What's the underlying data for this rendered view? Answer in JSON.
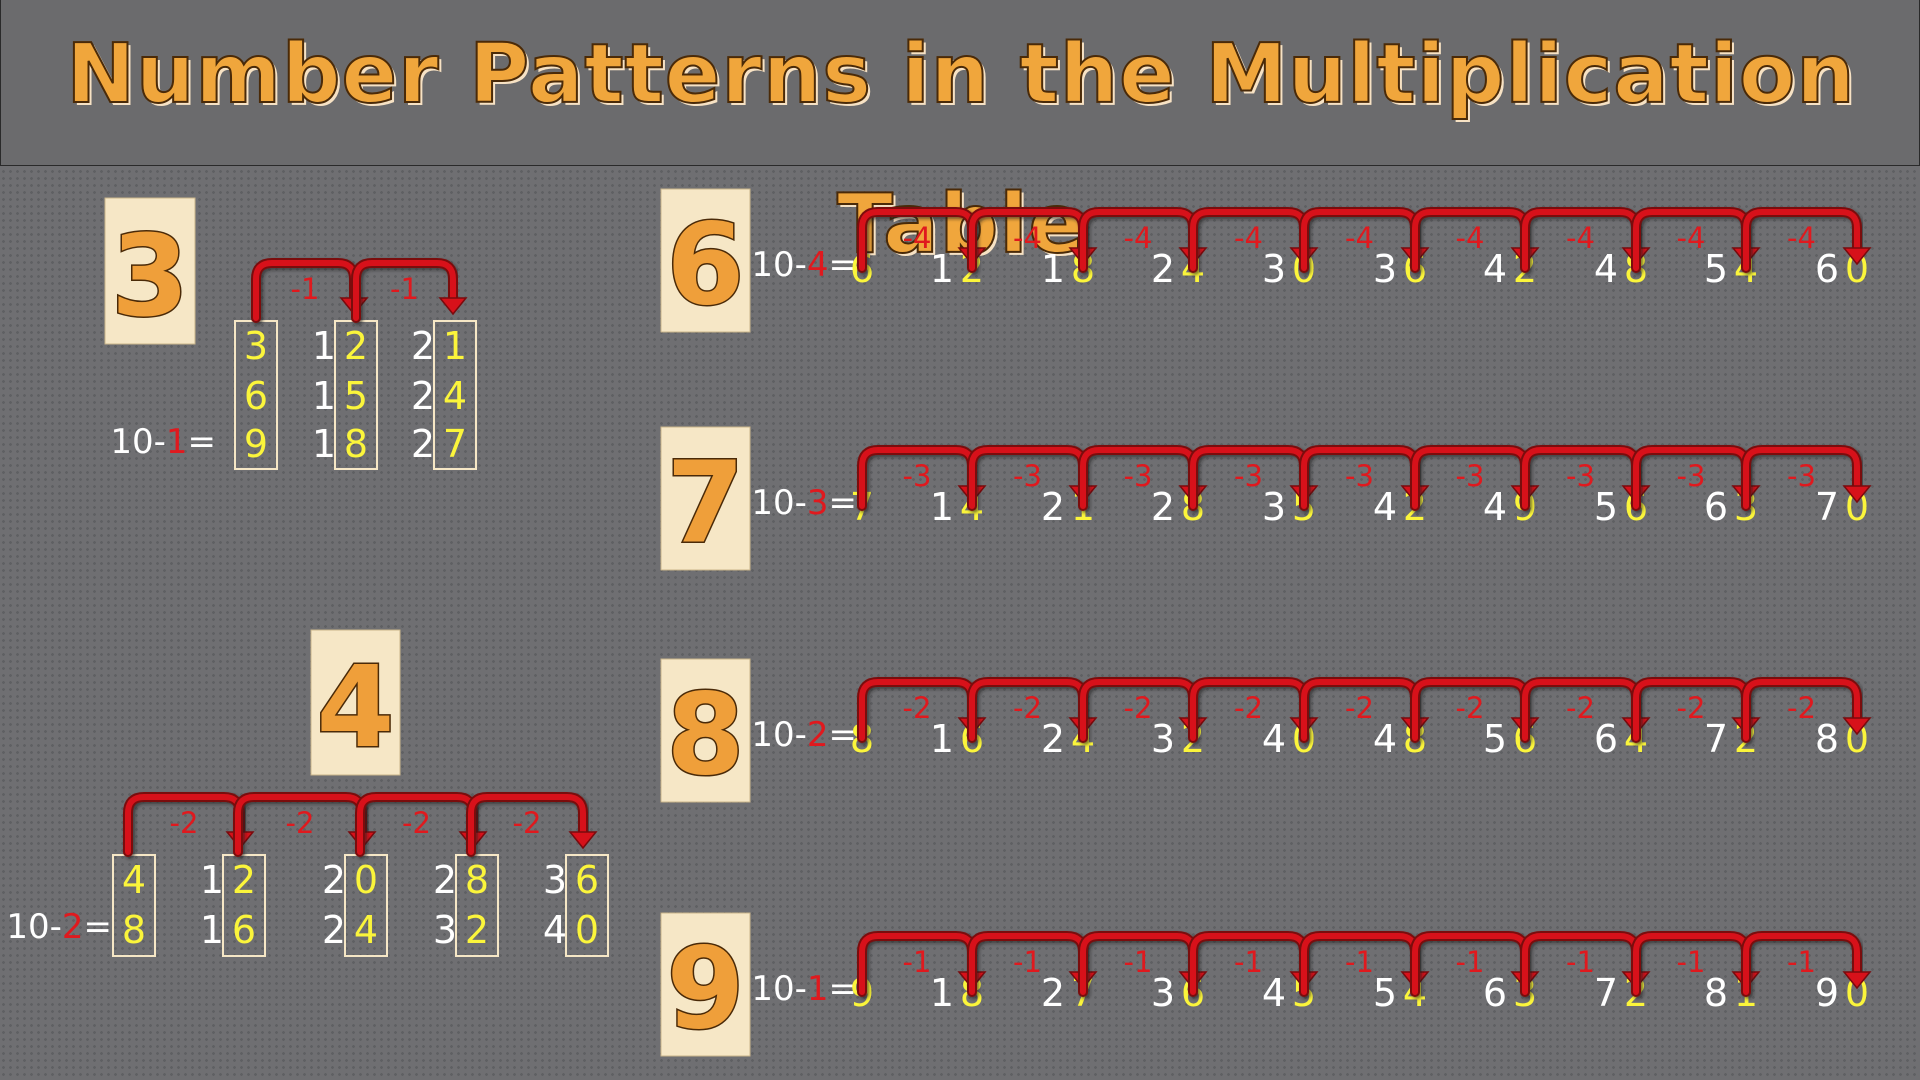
{
  "title": "Number Patterns in the Multiplication Table",
  "colors": {
    "yellow": "#fbf53b",
    "white": "#ffffff",
    "red": "#e0191e",
    "arrow": "#d7111a",
    "card_bg": "#f6e7c6",
    "digit_orange": "#ef9f3a",
    "digit_outline": "#4a2a08"
  },
  "patterns": [
    {
      "number": "3",
      "prefix": "10-",
      "diff": "1",
      "step_label": "-1",
      "rows": [
        [
          "3",
          "12",
          "21"
        ],
        [
          "6",
          "15",
          "24"
        ],
        [
          "9",
          "18",
          "27"
        ]
      ]
    },
    {
      "number": "4",
      "prefix": "10-",
      "diff": "2",
      "step_label": "-2",
      "rows": [
        [
          "4",
          "12",
          "20",
          "28",
          "36"
        ],
        [
          "8",
          "16",
          "24",
          "32",
          "40"
        ]
      ]
    },
    {
      "number": "6",
      "prefix": "10-",
      "diff": "4",
      "step_label": "-4",
      "values": [
        "6",
        "12",
        "18",
        "24",
        "30",
        "36",
        "42",
        "48",
        "54",
        "60"
      ]
    },
    {
      "number": "7",
      "prefix": "10-",
      "diff": "3",
      "step_label": "-3",
      "values": [
        "7",
        "14",
        "21",
        "28",
        "35",
        "42",
        "49",
        "56",
        "63",
        "70"
      ]
    },
    {
      "number": "8",
      "prefix": "10-",
      "diff": "2",
      "step_label": "-2",
      "values": [
        "8",
        "16",
        "24",
        "32",
        "40",
        "48",
        "56",
        "64",
        "72",
        "80"
      ]
    },
    {
      "number": "9",
      "prefix": "10-",
      "diff": "1",
      "step_label": "-1",
      "values": [
        "9",
        "18",
        "27",
        "36",
        "45",
        "54",
        "63",
        "72",
        "81",
        "90"
      ]
    }
  ]
}
